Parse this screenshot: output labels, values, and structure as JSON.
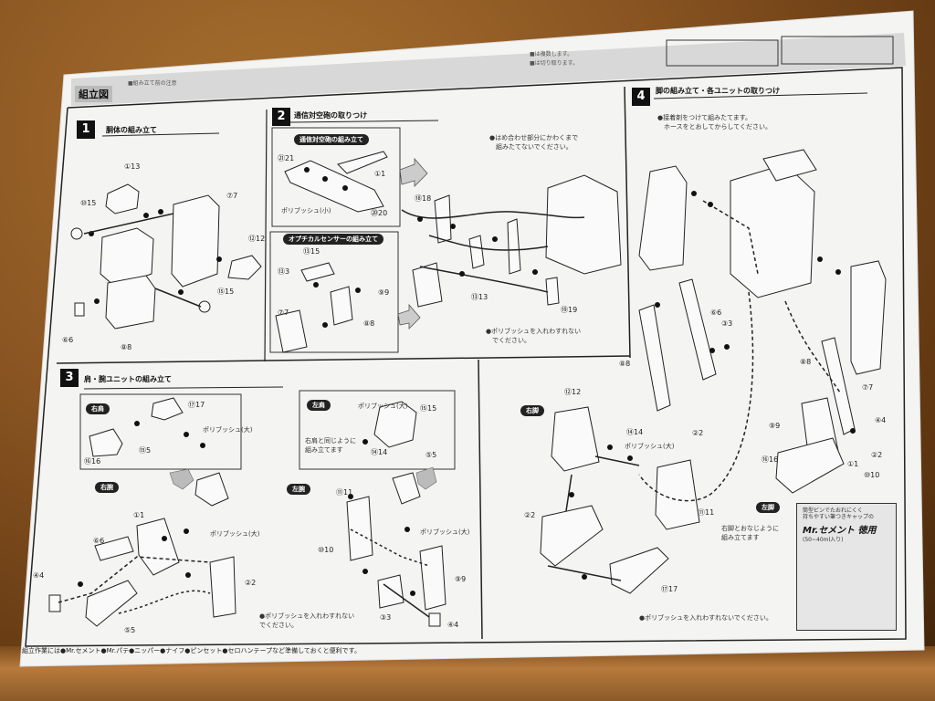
{
  "header": {
    "title": "組立図",
    "notes": [
      "■組み立て前の注意",
      "■は複数します。",
      "■は切り取ります。"
    ]
  },
  "steps": [
    {
      "number": "1",
      "title": "胴体の組み立て"
    },
    {
      "number": "2",
      "title": "通信対空砲の取りつけ"
    },
    {
      "number": "3",
      "title": "肩・腕ユニットの組み立て"
    },
    {
      "number": "4",
      "title": "脚の組み立て・各ユニットの取りつけ"
    }
  ],
  "sub_labels": {
    "antenna": "通信対空砲の組み立て",
    "sensor": "オプチカルセンサーの組み立て",
    "right_shoulder": "右肩",
    "left_shoulder": "左肩",
    "right_arm": "右腕",
    "left_arm": "左腕",
    "right_leg": "右脚",
    "left_leg": "左脚"
  },
  "notes": {
    "step2_top": "●はめ合わせ部分にかわくまで\n　組みたてないでください。",
    "step2_bottom": "●ポリブッシュを入れわすれない\n　でください。",
    "step3_mirror": "右肩と同じように\n組み立てます",
    "step3_bottom": "●ポリブッシュを入れわすれない\nでください。",
    "step4_top": "●接着剤をつけて組みたてます。\n　ホースをとおしてからしてください。",
    "step4_leg": "右脚とおなじように\n組み立てます",
    "step4_bottom": "●ポリブッシュを入れわすれないでください。"
  },
  "polybush_labels": {
    "small": "ポリブッシュ(小)",
    "large": "ポリブッシュ(大)"
  },
  "part_numbers": {
    "s1": [
      "①13",
      "⑦7",
      "⑫12",
      "⑮15",
      "⑩15",
      "⑥6",
      "⑧8"
    ],
    "s2": [
      "①1",
      "⑳20",
      "㉑21",
      "⑱18",
      "⑬13",
      "⑲19",
      "⑬3",
      "⑨9",
      "⑧8",
      "⑦7",
      "⑬15"
    ],
    "s3": [
      "⑰17",
      "⑮5",
      "⑯16",
      "⑮15",
      "⑭14",
      "⑤5",
      "①1",
      "⑥6",
      "②2",
      "④4",
      "⑤5",
      "⑪11",
      "⑩10",
      "⑨9",
      "③3",
      "④4"
    ],
    "s4": [
      "⑧8",
      "⑥6",
      "③3",
      "⑫12",
      "⑭14",
      "②2",
      "⑪11",
      "⑰17",
      "②2",
      "⑧8",
      "⑦7",
      "⑨9",
      "④4",
      "②2",
      "⑩10",
      "①1",
      "⑯16"
    ]
  },
  "cement": {
    "note": "筒型ビンでたおれにくく\n持ちやすい筆つきキャップの",
    "brand": "Mr.セメント 徳用",
    "size": "(50~40ml入り)"
  },
  "footer": "組立作業には●Mr.セメント●Mr.パテ●ニッパー●ナイフ●ピンセット●セロハンテープなど準備しておくと便利です。"
}
